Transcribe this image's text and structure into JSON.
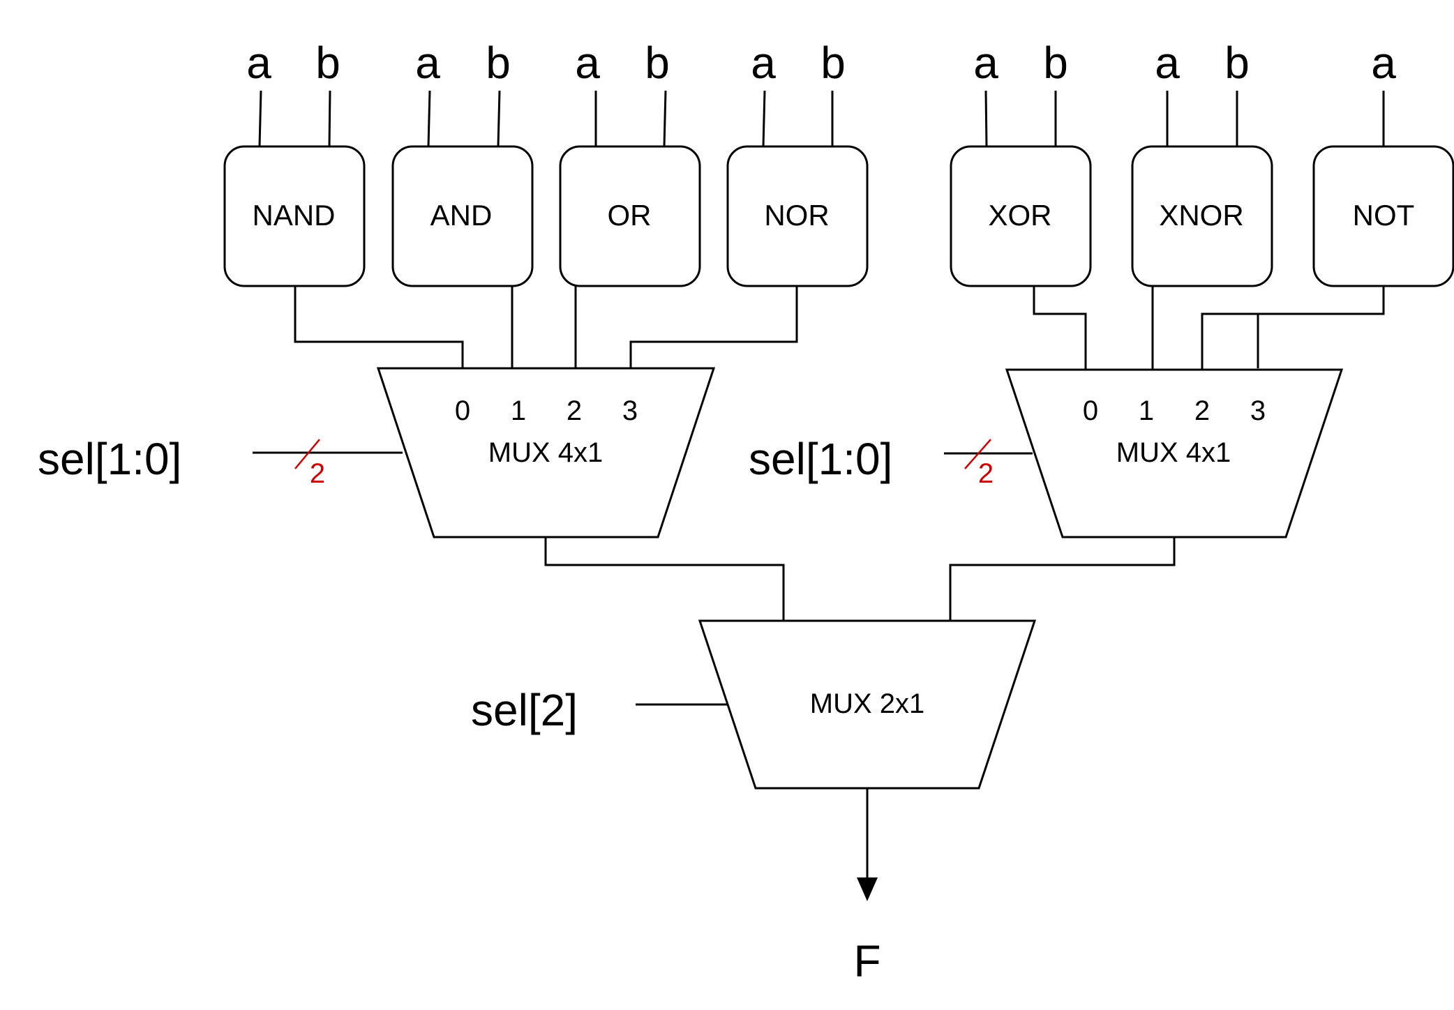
{
  "gates": [
    {
      "label": "NAND",
      "inputs": [
        "a",
        "b"
      ]
    },
    {
      "label": "AND",
      "inputs": [
        "a",
        "b"
      ]
    },
    {
      "label": "OR",
      "inputs": [
        "a",
        "b"
      ]
    },
    {
      "label": "NOR",
      "inputs": [
        "a",
        "b"
      ]
    },
    {
      "label": "XOR",
      "inputs": [
        "a",
        "b"
      ]
    },
    {
      "label": "XNOR",
      "inputs": [
        "a",
        "b"
      ]
    },
    {
      "label": "NOT",
      "inputs": [
        "a"
      ]
    }
  ],
  "mux_left": {
    "label": "MUX 4x1",
    "pins": [
      "0",
      "1",
      "2",
      "3"
    ],
    "select": "sel[1:0]",
    "bus_width": "2"
  },
  "mux_right": {
    "label": "MUX 4x1",
    "pins": [
      "0",
      "1",
      "2",
      "3"
    ],
    "select": "sel[1:0]",
    "bus_width": "2"
  },
  "mux_out": {
    "label": "MUX 2x1",
    "select": "sel[2]"
  },
  "output": "F",
  "colors": {
    "line": "#000000",
    "bus_marker": "#cc0000"
  }
}
